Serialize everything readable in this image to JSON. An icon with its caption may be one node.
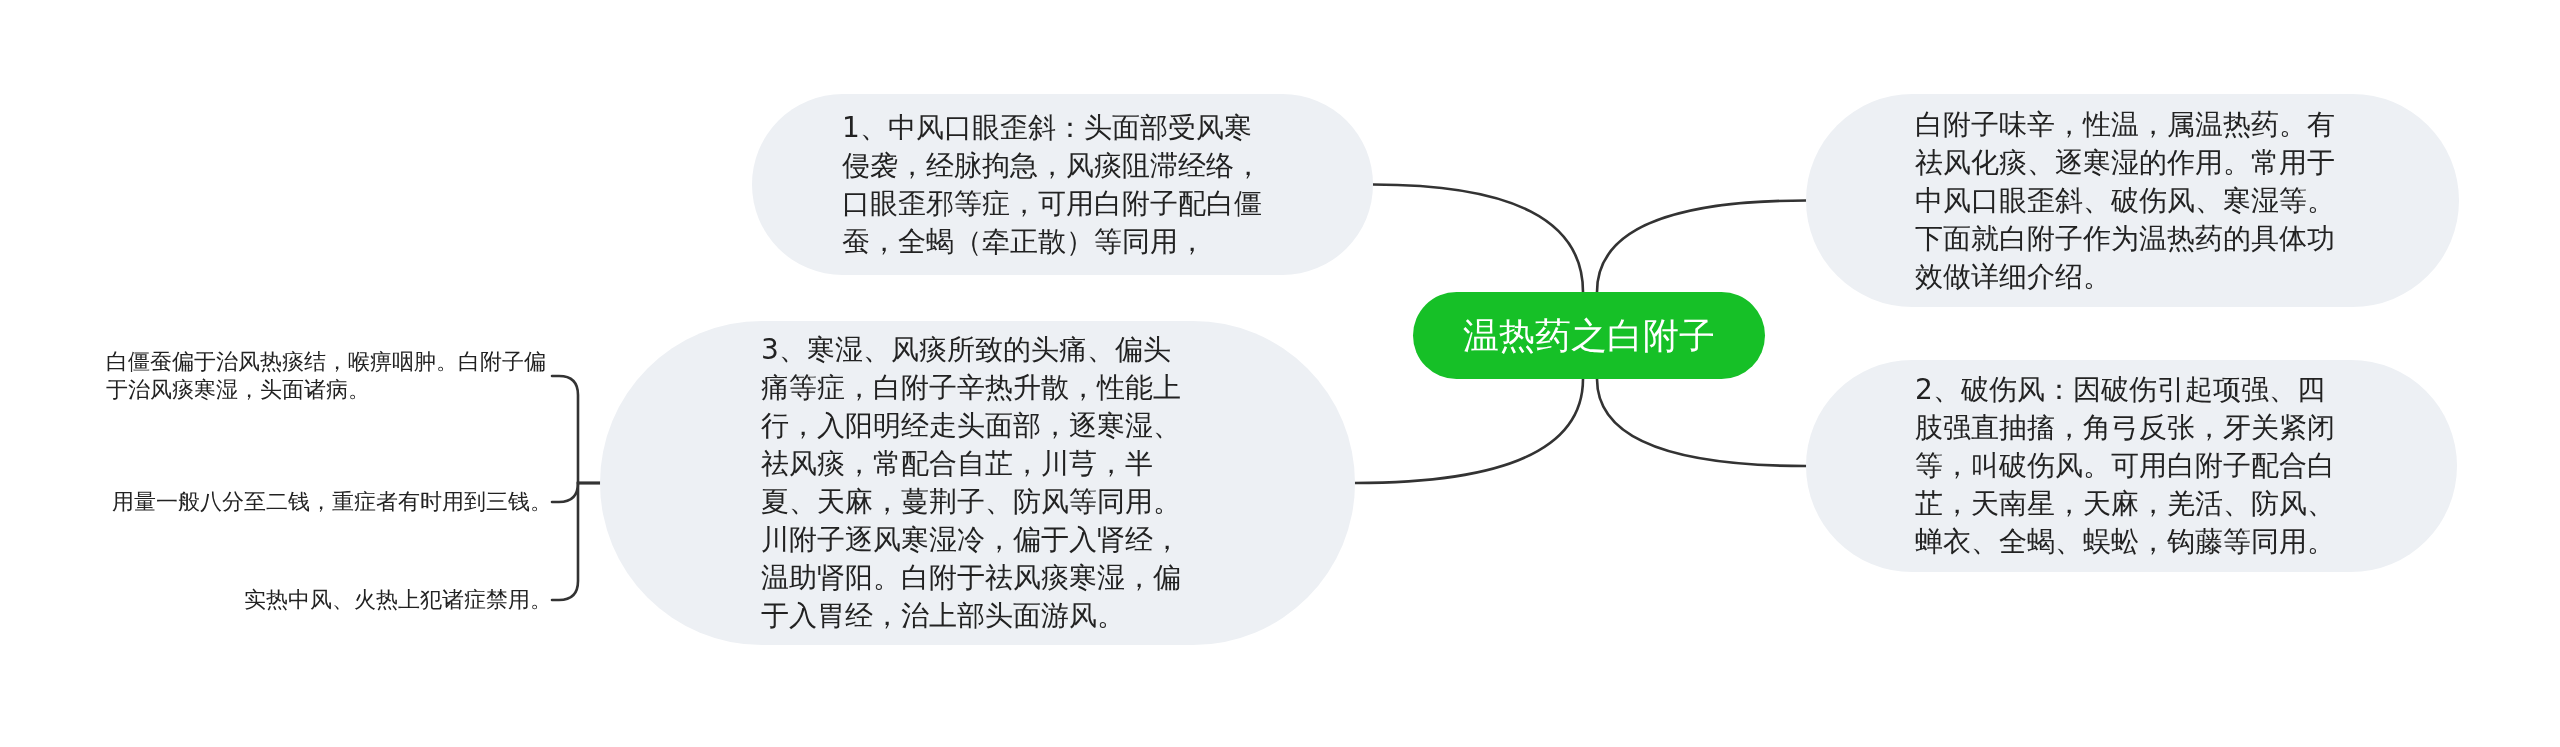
{
  "diagram": {
    "nodes": [
      {
        "text": [
          "温热药之白附子"
        ]
      },
      {
        "text": [
          "白附子味辛，性温，属温热药。有祛风化痰、逐寒湿的作用。常用于中风口眼歪斜、破伤风、寒湿等。下面就白附子作为温热药的具体功效做详细介绍。"
        ]
      },
      {
        "text": [
          "1、中风口眼歪斜：头面部受风寒侵袭，经脉拘急，风痰阻滞经络，口眼歪邪等症，可用白附子配白僵蚕，全蝎（牵正散）等同用，"
        ]
      },
      {
        "text": [
          "2、破伤风：因破伤引起项强、四肢强直抽搐，角弓反张，牙关紧闭等，叫破伤风。可用白附子配合白芷，天南星，天麻，羌活、防风、蝉衣、全蝎、蜈蚣，钩藤等同用。"
        ]
      },
      {
        "text": [
          "3、寒湿、风痰所致的头痛、偏头痛等症，白附子辛热升散，性能上行，入阳明经走头面部，逐寒湿、祛风痰，常配合自芷，川芎，半夏、天麻，蔓荆子、防风等同用。川附子逐风寒湿冷，偏于入肾经，温助肾阳。白附于祛风痰寒湿，偏于入胃经，治上部头面游风。"
        ]
      },
      {
        "text": [
          "白僵蚕偏于治风热痰结，喉痹咽肿。白附子偏于治风痰寒湿，头面诸病。"
        ]
      },
      {
        "text": [
          "用量一般八分至二钱，重症者有时用到三钱。"
        ]
      },
      {
        "text": [
          "实热中风、火热上犯诸症禁用。"
        ]
      }
    ],
    "edges": [
      {
        "from": 0,
        "to": 1,
        "arrow": "none"
      },
      {
        "from": 0,
        "to": 2,
        "arrow": "none"
      },
      {
        "from": 0,
        "to": 3,
        "arrow": "none"
      },
      {
        "from": 0,
        "to": 4,
        "arrow": "none"
      },
      {
        "from": 4,
        "to": 5,
        "arrow": "none"
      },
      {
        "from": 4,
        "to": 6,
        "arrow": "none"
      },
      {
        "from": 4,
        "to": 7,
        "arrow": "none"
      }
    ]
  }
}
